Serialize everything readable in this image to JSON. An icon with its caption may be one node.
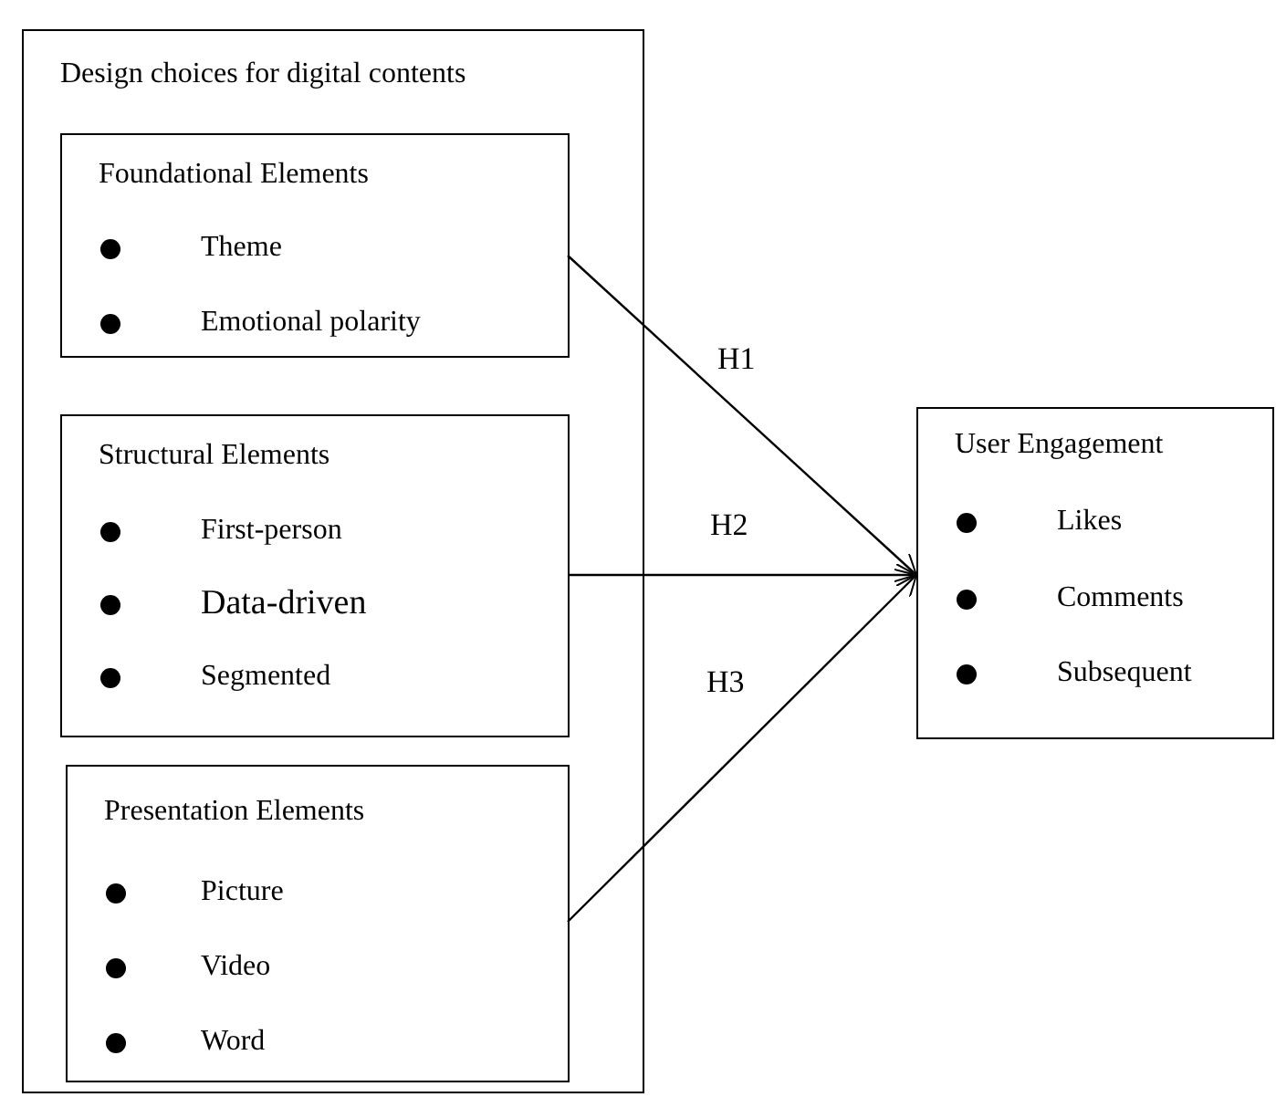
{
  "diagram": {
    "nodes": [
      {
        "text": [
          "Design choices for digital contents"
        ]
      },
      {
        "text": [
          "Foundational Elements",
          "Theme",
          "Emotional polarity"
        ],
        "in": 0
      },
      {
        "text": [
          "Structural Elements",
          "First-person",
          "Data-driven",
          "Segmented"
        ],
        "in": 0
      },
      {
        "text": [
          "Presentation Elements",
          "Picture",
          "Video",
          "Word"
        ],
        "in": 0
      },
      {
        "text": [
          "User Engagement",
          "Likes",
          "Comments",
          "Subsequent"
        ]
      }
    ],
    "edges": [
      {
        "from": 1,
        "to": 4,
        "arrow": "to",
        "label": "H1"
      },
      {
        "from": 2,
        "to": 4,
        "arrow": "to",
        "label": "H2"
      },
      {
        "from": 3,
        "to": 4,
        "arrow": "to",
        "label": "H3"
      }
    ]
  }
}
